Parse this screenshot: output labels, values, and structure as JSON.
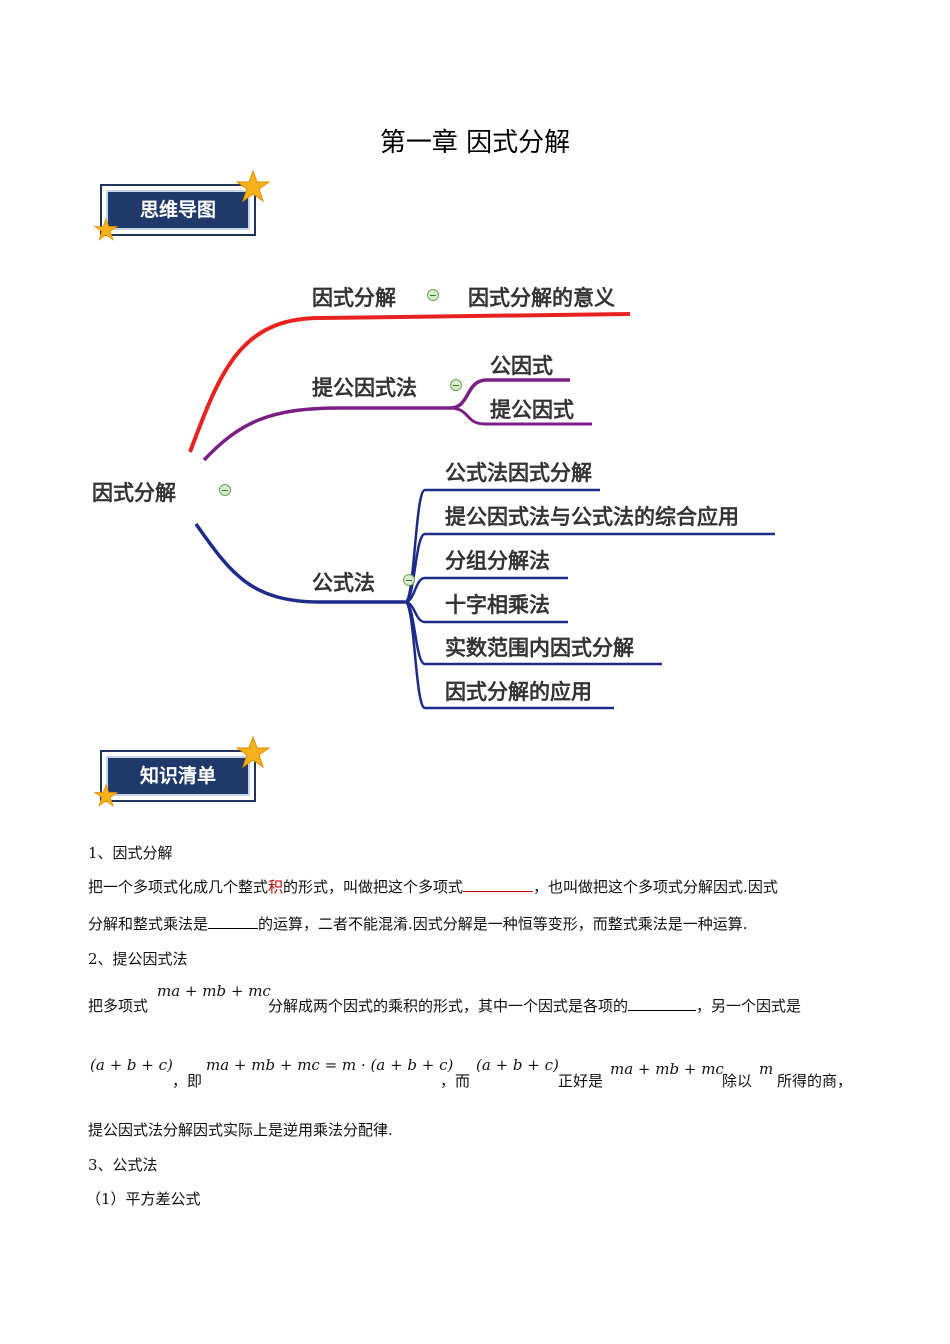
{
  "title": "第一章  因式分解",
  "badges": {
    "mindmap": "思维导图",
    "knowledge": "知识清单"
  },
  "mindmap": {
    "root": "因式分解",
    "branches": [
      {
        "label": "因式分解",
        "children": [
          "因式分解的意义"
        ]
      },
      {
        "label": "提公因式法",
        "children": [
          "公因式",
          "提公因式"
        ]
      },
      {
        "label": "公式法",
        "children": [
          "公式法因式分解",
          "提公因式法与公式法的综合应用",
          "分组分解法",
          "十字相乘法",
          "实数范围内因式分解",
          "因式分解的应用"
        ]
      }
    ],
    "colors": {
      "branch1": "#e8231f",
      "branch2": "#7b1f85",
      "branch3": "#1c2a8a"
    }
  },
  "sections": {
    "s1_heading": "1、因式分解",
    "s1_line1_a": "把一个多项式化成几个整式",
    "s1_line1_red": "积",
    "s1_line1_b": "的形式，叫做把这个多项式",
    "s1_line1_c": "，也叫做把这个多项式分解因式.因式",
    "s1_line2_a": "分解和整式乘法是",
    "s1_line2_b": "的运算，二者不能混淆.因式分解是一种恒等变形，而整式乘法是一种运算.",
    "s2_heading": "2、提公因式法",
    "s2_line1_a": "把多项式",
    "s2_line1_math": "ma + mb + mc",
    "s2_line1_b": "分解成两个因式的乘积的形式，其中一个因式是各项的",
    "s2_line1_c": "，另一个因式是",
    "s2_line2_math1": "(a + b + c)",
    "s2_line2_t1": "，即",
    "s2_line2_math2": "ma + mb + mc = m · (a + b + c)",
    "s2_line2_t2": "，而",
    "s2_line2_math3": "(a + b + c)",
    "s2_line2_t3": "正好是",
    "s2_line2_math4": "ma + mb + mc",
    "s2_line2_t4": "除以",
    "s2_line2_math5": "m",
    "s2_line2_t5": "所得的商，",
    "s2_line3": "提公因式法分解因式实际上是逆用乘法分配律.",
    "s3_heading": "3、公式法",
    "s3_sub1": "（1）平方差公式"
  }
}
